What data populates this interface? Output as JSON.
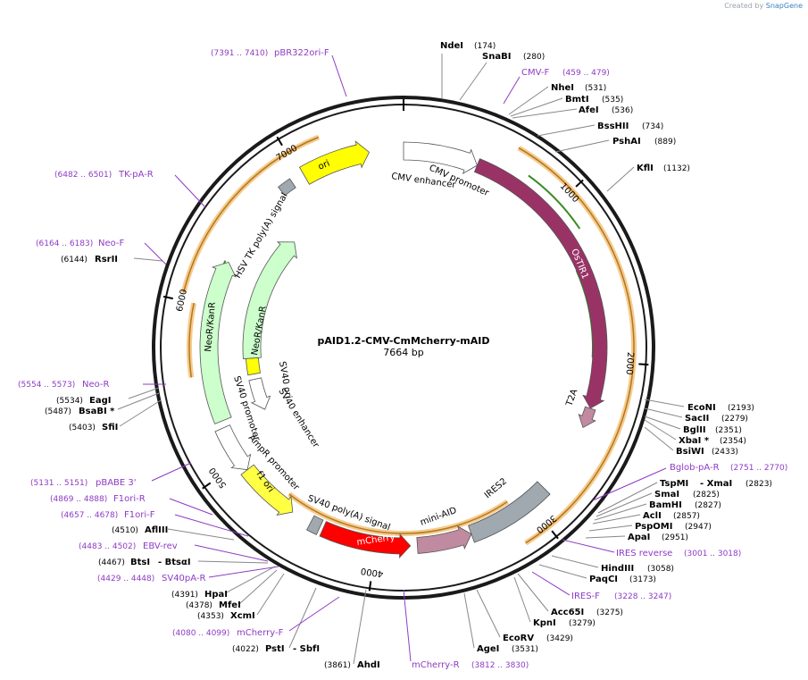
{
  "credit": {
    "prefix": "Created by",
    "brand": "SnapGene"
  },
  "plasmid": {
    "name": "pAID1.2-CMV-CmMcherry-mAID",
    "size": "7664 bp"
  },
  "ticks": [
    {
      "label": "1000",
      "angle": 47
    },
    {
      "label": "2000",
      "angle": 94
    },
    {
      "label": "3000",
      "angle": 141
    },
    {
      "label": "4000",
      "angle": 188
    },
    {
      "label": "5000",
      "angle": 235
    },
    {
      "label": "6000",
      "angle": 282
    },
    {
      "label": "7000",
      "angle": 329
    }
  ],
  "enzymes_right": [
    {
      "name": "NdeI",
      "pos": "(174)"
    },
    {
      "name": "SnaBI",
      "pos": "(280)"
    },
    {
      "name": "NheI",
      "pos": "(531)"
    },
    {
      "name": "BmtI",
      "pos": "(535)"
    },
    {
      "name": "AfeI",
      "pos": "(536)"
    },
    {
      "name": "BssHII",
      "pos": "(734)"
    },
    {
      "name": "PshAI",
      "pos": "(889)"
    },
    {
      "name": "KflI",
      "pos": "(1132)"
    },
    {
      "name": "EcoNI",
      "pos": "(2193)"
    },
    {
      "name": "SacII",
      "pos": "(2279)"
    },
    {
      "name": "BglII",
      "pos": "(2351)"
    },
    {
      "name": "XbaI *",
      "pos": "(2354)"
    },
    {
      "name": "BsiWI",
      "pos": "(2433)"
    },
    {
      "name": "TspMI",
      "pos": "- XmaI",
      "extra": "(2823)"
    },
    {
      "name": "SmaI",
      "pos": "(2825)"
    },
    {
      "name": "BamHI",
      "pos": "(2827)"
    },
    {
      "name": "AclI",
      "pos": "(2857)"
    },
    {
      "name": "PspOMI",
      "pos": "(2947)"
    },
    {
      "name": "ApaI",
      "pos": "(2951)"
    },
    {
      "name": "HindIII",
      "pos": "(3058)"
    },
    {
      "name": "PaqCI",
      "pos": "(3173)"
    },
    {
      "name": "Acc65I",
      "pos": "(3275)"
    },
    {
      "name": "KpnI",
      "pos": "(3279)"
    },
    {
      "name": "EcoRV",
      "pos": "(3429)"
    },
    {
      "name": "AgeI",
      "pos": "(3531)"
    }
  ],
  "enzymes_left": [
    {
      "name": "RsrII",
      "pos": "(6144)"
    },
    {
      "name": "EagI",
      "pos": "(5534)"
    },
    {
      "name": "BsaBI *",
      "pos": "(5487)"
    },
    {
      "name": "SfiI",
      "pos": "(5403)"
    },
    {
      "name": "AflIII",
      "pos": "(4510)"
    },
    {
      "name": "BtsI",
      "pos": "(4467)",
      "extra": "- BtsαI"
    },
    {
      "name": "HpaI",
      "pos": "(4391)"
    },
    {
      "name": "MfeI",
      "pos": "(4378)"
    },
    {
      "name": "XcmI",
      "pos": "(4353)"
    },
    {
      "name": "PstI",
      "pos": "(4022)",
      "extra": "- SbfI"
    },
    {
      "name": "AhdI",
      "pos": "(3861)"
    }
  ],
  "primers": [
    {
      "name": "pBR322ori-F",
      "range": "(7391 .. 7410)"
    },
    {
      "name": "CMV-F",
      "range": "(459 .. 479)"
    },
    {
      "name": "TK-pA-R",
      "range": "(6482 .. 6501)"
    },
    {
      "name": "Neo-F",
      "range": "(6164 .. 6183)"
    },
    {
      "name": "Neo-R",
      "range": "(5554 .. 5573)"
    },
    {
      "name": "Bglob-pA-R",
      "range": "(2751 .. 2770)"
    },
    {
      "name": "IRES reverse",
      "range": "(3001 .. 3018)"
    },
    {
      "name": "IRES-F",
      "range": "(3228 .. 3247)"
    },
    {
      "name": "pBABE 3'",
      "range": "(5131 .. 5151)"
    },
    {
      "name": "F1ori-R",
      "range": "(4869 .. 4888)"
    },
    {
      "name": "F1ori-F",
      "range": "(4657 .. 4678)"
    },
    {
      "name": "EBV-rev",
      "range": "(4483 .. 4502)"
    },
    {
      "name": "SV40pA-R",
      "range": "(4429 .. 4448)"
    },
    {
      "name": "mCherry-F",
      "range": "(4080 .. 4099)"
    },
    {
      "name": "mCherry-R",
      "range": "(3812 .. 3830)"
    }
  ],
  "features": {
    "ori": "ori",
    "cmv_promoter": "CMV promoter",
    "cmv_enhancer": "CMV enhancer",
    "ostir1": "OsTIR1",
    "t2a": "T2A",
    "ires2": "IRES2",
    "mini_aid": "mini-AID",
    "mcherry": "mCherry",
    "sv40_polya": "SV40 poly(A) signal",
    "f1_ori": "f1 ori",
    "ampr_promoter": "AmpR promoter",
    "sv40_promoter": "SV40 promoter",
    "sv40_ori": "SV40 ori",
    "sv40_enhancer": "SV40 enhancer",
    "neokanr_inner": "NeoR/KanR",
    "neokanr_outer": "NeoR/KanR",
    "hsv_tk": "HSV TK poly(A) signal"
  },
  "colors": {
    "ori": "#ffff00",
    "ostir1": "#993366",
    "mcherry": "#ff0000",
    "ires2": "#a0a8b0",
    "mini_aid": "#c08aa0",
    "neokanr": "#ccffcc",
    "orf": "#f0a030",
    "primer": "#8e3bc4",
    "backbone": "#1a1a1a"
  }
}
